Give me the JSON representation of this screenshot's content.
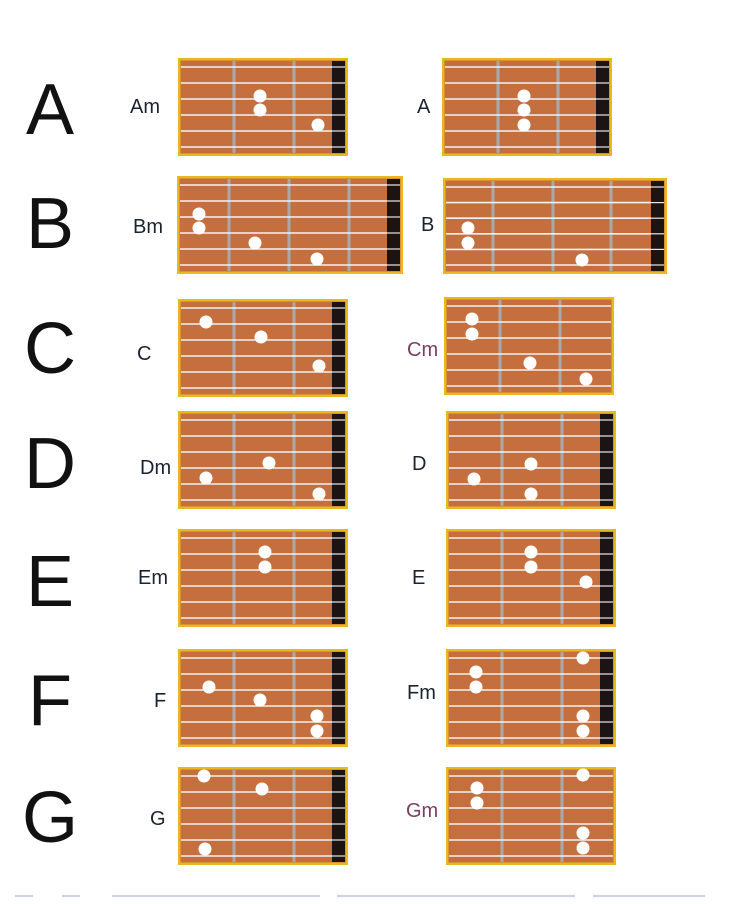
{
  "rows": [
    {
      "letter": "A",
      "left": {
        "name": "Am"
      },
      "right": {
        "name": "A"
      }
    },
    {
      "letter": "B",
      "left": {
        "name": "Bm"
      },
      "right": {
        "name": "B"
      }
    },
    {
      "letter": "C",
      "left": {
        "name": "C"
      },
      "right": {
        "name": "Cm"
      }
    },
    {
      "letter": "D",
      "left": {
        "name": "Dm"
      },
      "right": {
        "name": "D"
      }
    },
    {
      "letter": "E",
      "left": {
        "name": "Em"
      },
      "right": {
        "name": "E"
      }
    },
    {
      "letter": "F",
      "left": {
        "name": "F"
      },
      "right": {
        "name": "Fm"
      }
    },
    {
      "letter": "G",
      "left": {
        "name": "G"
      },
      "right": {
        "name": "Gm"
      }
    }
  ],
  "colors": {
    "fretboard": "#c66f3e",
    "frame": "#e8b81e",
    "string": "#f2f2f2",
    "fret": "#a9a9a9",
    "nut": "#1c1412",
    "dot": "#ffffff",
    "purple_label": "#7a3f5f"
  }
}
